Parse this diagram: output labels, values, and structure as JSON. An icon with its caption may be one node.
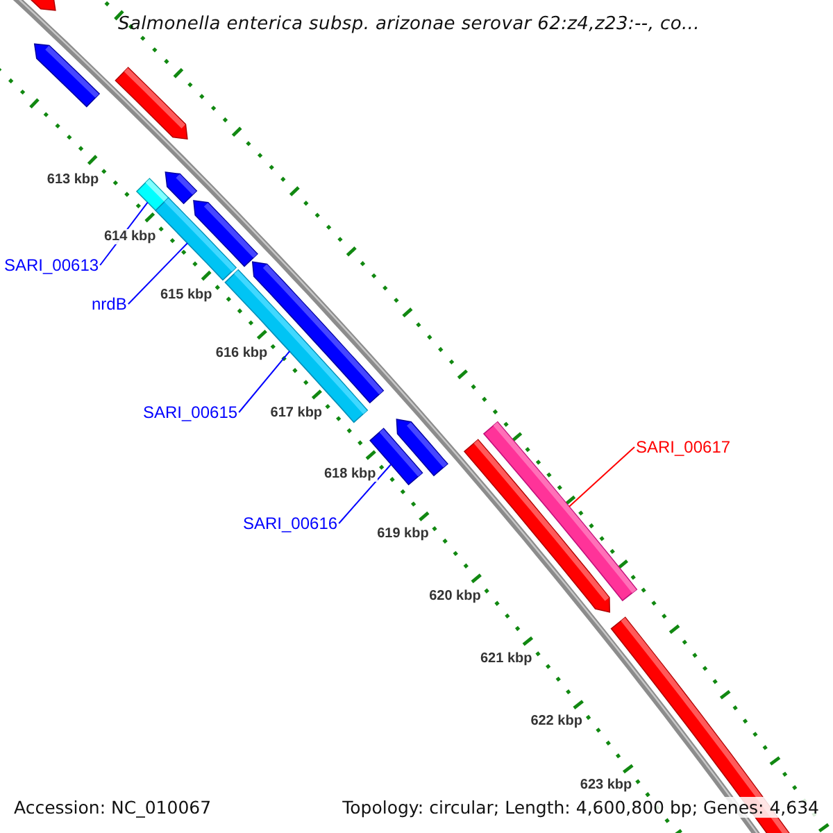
{
  "diagram": {
    "title": "Salmonella enterica subsp. arizonae serovar 62:z4,z23:--, co...",
    "nodes": [
      {
        "text": [
          "SARI_00613"
        ]
      },
      {
        "text": [
          "nrdB"
        ]
      },
      {
        "text": [
          "SARI_00615"
        ]
      },
      {
        "text": [
          "SARI_00616"
        ]
      },
      {
        "text": [
          "SARI_00617"
        ]
      },
      {
        "text": [],
        "shape": "bar"
      },
      {
        "text": [],
        "shape": "bar"
      },
      {
        "text": [],
        "shape": "bar"
      },
      {
        "text": [],
        "shape": "bar"
      },
      {
        "text": [],
        "shape": "bar"
      }
    ],
    "edges": [
      {
        "from": 0,
        "to": 5,
        "arrow": "none"
      },
      {
        "from": 1,
        "to": 6,
        "arrow": "none"
      },
      {
        "from": 2,
        "to": 7,
        "arrow": "none"
      },
      {
        "from": 3,
        "to": 8,
        "arrow": "none"
      },
      {
        "from": 4,
        "to": 9,
        "arrow": "none",
        "color": "#ff0000"
      }
    ],
    "labels": [
      "613 kbp",
      "614 kbp",
      "615 kbp",
      "616 kbp",
      "617 kbp",
      "618 kbp",
      "619 kbp",
      "620 kbp",
      "621 kbp",
      "622 kbp",
      "623 kbp",
      "Accession: NC_010067",
      "Topology: circular; Length: 4,600,800 bp; Genes: 4,634"
    ]
  }
}
